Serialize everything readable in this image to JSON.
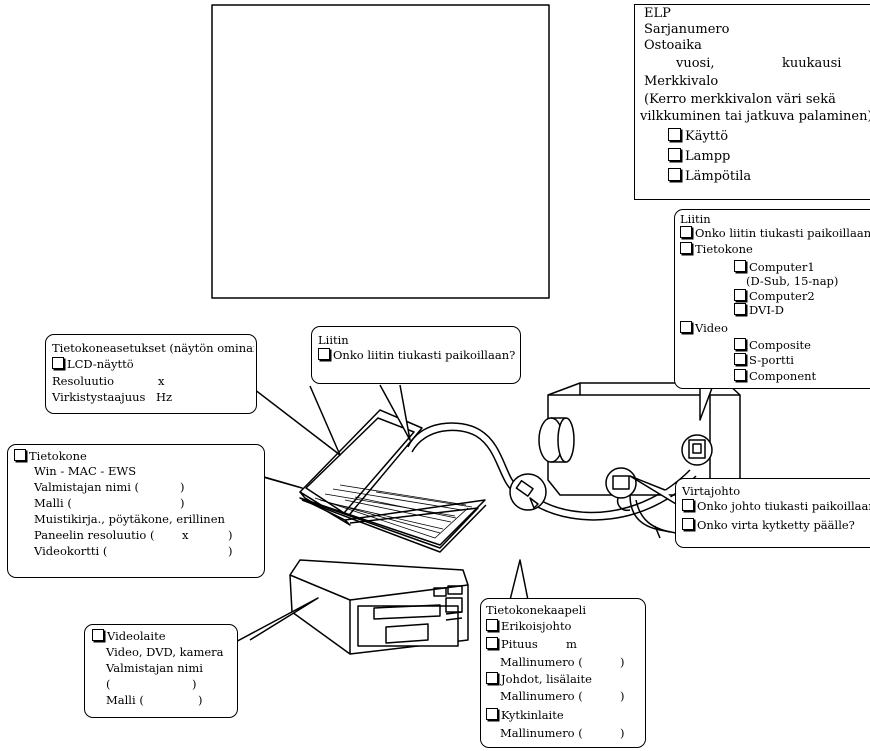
{
  "elp_form": {
    "title": "ELP",
    "serial": "Sarjanumero",
    "purchase": "Ostoaika",
    "year": "vuosi,",
    "month": "kuukausi",
    "indicator": "Merkkivalo",
    "indicator_note1": "(Kerro merkkivalon väri sekä",
    "indicator_note2": "vilkkuminen tai jatkuva palaminen)",
    "items": [
      "Käyttö",
      "Lampp",
      "Lämpötila"
    ]
  },
  "projector_connector": {
    "title": "Liitin",
    "question": "Onko liitin tiukasti paikoillaan?",
    "computer": "Tietokone",
    "computer1": "Computer1",
    "computer1_note": "(D-Sub, 15-nap)",
    "computer2": "Computer2",
    "dvi": "DVI-D",
    "video": "Video",
    "composite": "Composite",
    "sport": "S-portti",
    "component": "Component"
  },
  "laptop_connector": {
    "title": "Liitin",
    "question": "Onko liitin tiukasti paikoillaan?"
  },
  "display_settings": {
    "title": "Tietokoneasetukset (näytön ominaisuudet)",
    "lcd": "LCD-näyttö",
    "resolution": "Resoluutio",
    "x": "x",
    "refresh": "Virkistystaajuus",
    "hz": "Hz"
  },
  "computer_box": {
    "title": "Tietokone",
    "os": "Win - MAC - EWS",
    "maker": "Valmistajan nimi (",
    "maker_close": ")",
    "model": "Malli (",
    "model_close": ")",
    "type": "Muistikirja., pöytäkone, erillinen",
    "panel": "Paneelin resoluutio (",
    "panel_x": "x",
    "panel_close": ")",
    "card": "Videokortti (",
    "card_close": ")"
  },
  "power_cord": {
    "title": "Virtajohto",
    "q1": "Onko johto tiukasti paikoillaan?",
    "q2": "Onko virta kytketty päälle?"
  },
  "video_device": {
    "title": "Videolaite",
    "types": "Video, DVD, kamera",
    "maker": "Valmistajan nimi",
    "paren_open": "(",
    "paren_close": ")",
    "model": "Malli (",
    "model_close": ")"
  },
  "cable": {
    "title": "Tietokonekaapeli",
    "special": "Erikoisjohto",
    "length": "Pituus",
    "m": "m",
    "model1": "Mallinumero (",
    "close1": ")",
    "cords": "Johdot, lisälaite",
    "model2": "Mallinumero (",
    "close2": ")",
    "switch": "Kytkinlaite",
    "model3": "Mallinumero (",
    "close3": ")"
  }
}
